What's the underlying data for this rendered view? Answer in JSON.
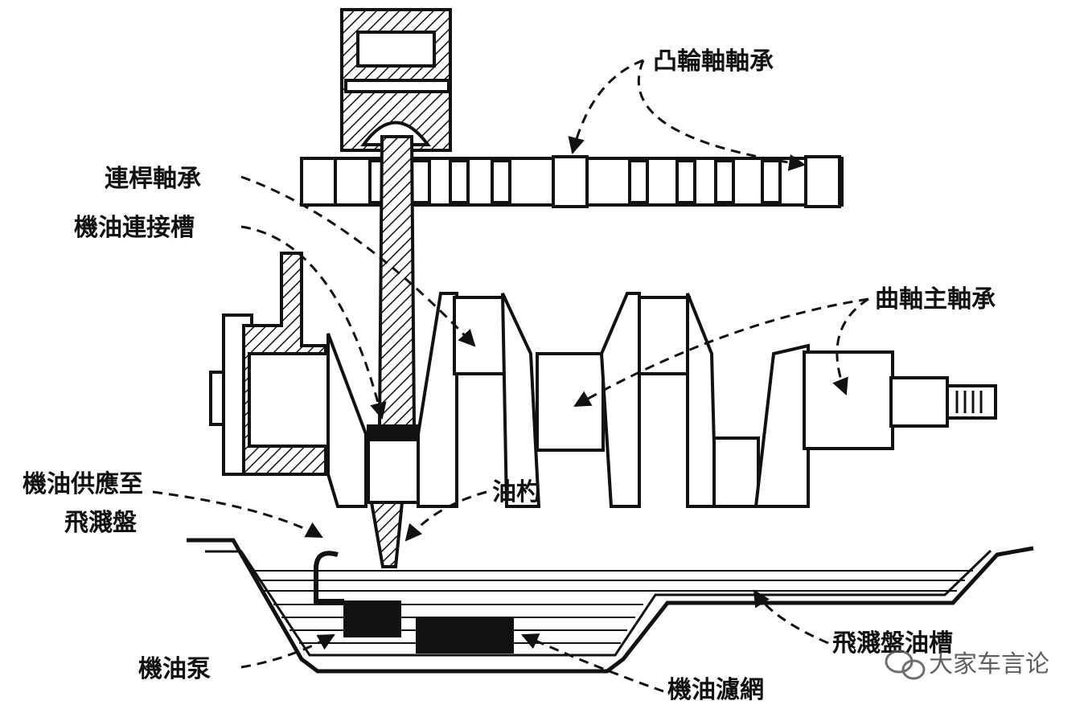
{
  "labels": {
    "camshaft_bearing": "凸輪軸軸承",
    "conrod_bearing": "連桿軸承",
    "oil_groove": "機油連接槽",
    "crank_main_bearing": "曲軸主軸承",
    "oil_to_splash_pan": [
      "機油供應至",
      "飛濺盤"
    ],
    "oil_dipper": "油杓",
    "splash_pan_trough": "飛濺盤油槽",
    "oil_pump": "機油泵",
    "oil_screen": "機油濾網"
  },
  "watermark": {
    "text": "大家车言论",
    "icon": "wechat-icon"
  }
}
